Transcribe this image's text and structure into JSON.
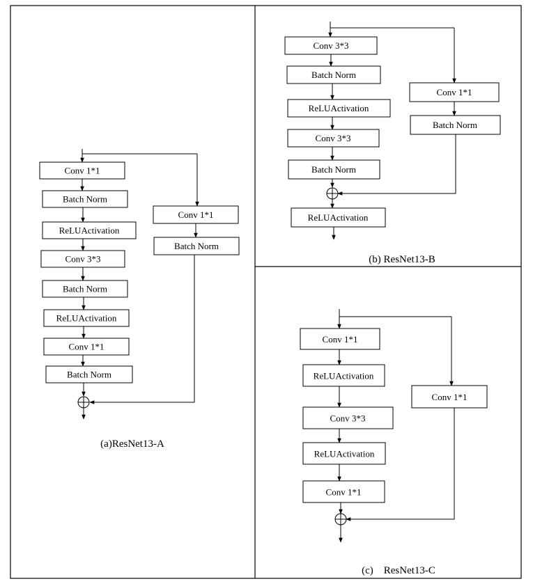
{
  "panels": {
    "a": {
      "caption": "(a)ResNet13-A",
      "main": [
        "Conv 1*1",
        "Batch Norm",
        "ReLUActivation",
        "Conv 3*3",
        "Batch Norm",
        "ReLUActivation",
        "Conv 1*1",
        "Batch Norm"
      ],
      "shortcut": [
        "Conv 1*1",
        "Batch Norm"
      ]
    },
    "b": {
      "caption": "(b) ResNet13-B",
      "main": [
        "Conv 3*3",
        "Batch Norm",
        "ReLUActivation",
        "Conv 3*3",
        "Batch Norm"
      ],
      "after_add": [
        "ReLUActivation"
      ],
      "shortcut": [
        "Conv 1*1",
        "Batch Norm"
      ]
    },
    "c": {
      "caption": "(c)    ResNet13-C",
      "main": [
        "Conv 1*1",
        "ReLUActivation",
        "Conv 3*3",
        "ReLUActivation",
        "Conv 1*1"
      ],
      "shortcut": [
        "Conv 1*1"
      ]
    }
  }
}
